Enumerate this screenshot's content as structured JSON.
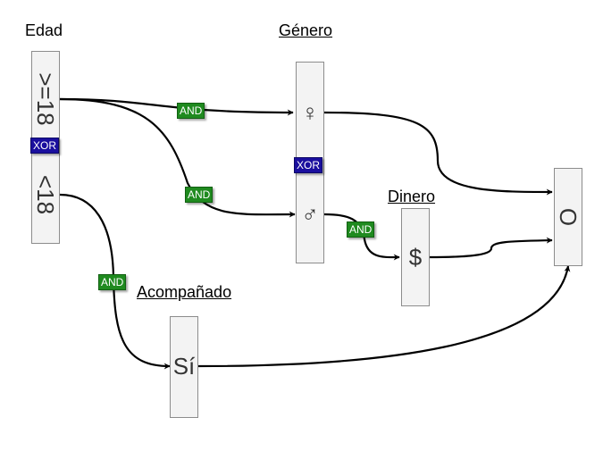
{
  "titles": {
    "edad": "Edad",
    "genero": "Género",
    "dinero": "Dinero",
    "acompanado": "Acompañado"
  },
  "nodes": {
    "adult": ">=18",
    "minor": "<18",
    "female": "♀",
    "male": "♂",
    "money": "$",
    "accompanied": "Sí",
    "result": "O"
  },
  "badges": {
    "xor_edad": "XOR",
    "xor_genero": "XOR",
    "and_adult_female": "AND",
    "and_adult_male": "AND",
    "and_male_money": "AND",
    "and_minor_accompanied": "AND"
  },
  "colors": {
    "and_badge": "#1f8a1f",
    "xor_badge": "#1a0f9e",
    "node_fill": "#f3f3f3",
    "node_border": "#8c8c8c",
    "edge": "#000000"
  }
}
